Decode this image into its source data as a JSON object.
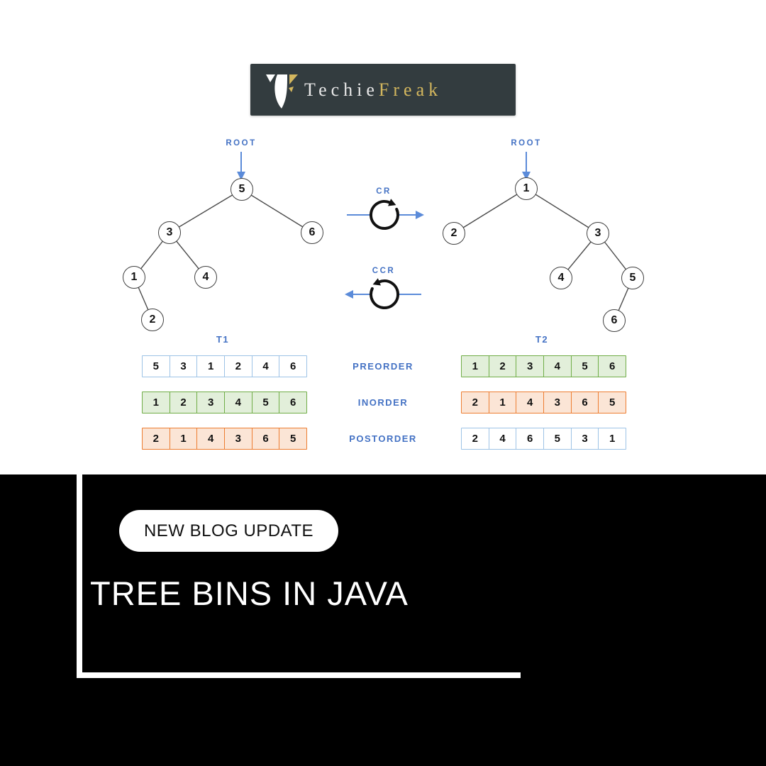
{
  "logo": {
    "brand_first": "Techie",
    "brand_second": "Freak"
  },
  "diagram": {
    "left_tree": {
      "root_label": "ROOT",
      "caption": "T1",
      "node_values": [
        "5",
        "3",
        "6",
        "1",
        "4",
        "2"
      ],
      "edges": [
        [
          "5",
          "3"
        ],
        [
          "5",
          "6"
        ],
        [
          "3",
          "1"
        ],
        [
          "3",
          "4"
        ],
        [
          "1",
          "2"
        ]
      ]
    },
    "right_tree": {
      "root_label": "ROOT",
      "caption": "T2",
      "node_values": [
        "1",
        "2",
        "3",
        "4",
        "5",
        "6"
      ],
      "edges": [
        [
          "1",
          "2"
        ],
        [
          "1",
          "3"
        ],
        [
          "3",
          "4"
        ],
        [
          "3",
          "5"
        ],
        [
          "5",
          "6"
        ]
      ]
    },
    "rotation": {
      "clockwise_label": "CR",
      "counterclockwise_label": "CCR"
    },
    "traversal_labels": [
      "PREORDER",
      "INORDER",
      "POSTORDER"
    ],
    "t1_rows": [
      {
        "kind": "preorder",
        "values": [
          "5",
          "3",
          "1",
          "2",
          "4",
          "6"
        ]
      },
      {
        "kind": "inorder",
        "values": [
          "1",
          "2",
          "3",
          "4",
          "5",
          "6"
        ]
      },
      {
        "kind": "postorder",
        "values": [
          "2",
          "1",
          "4",
          "3",
          "6",
          "5"
        ]
      }
    ],
    "t2_rows": [
      {
        "kind": "preorder",
        "values": [
          "1",
          "2",
          "3",
          "4",
          "5",
          "6"
        ]
      },
      {
        "kind": "inorder",
        "values": [
          "2",
          "1",
          "4",
          "3",
          "6",
          "5"
        ]
      },
      {
        "kind": "postorder",
        "values": [
          "2",
          "4",
          "6",
          "5",
          "3",
          "1"
        ]
      }
    ]
  },
  "banner": {
    "badge": "NEW BLOG UPDATE",
    "title": "TREE BINS IN JAVA"
  },
  "colors": {
    "accent_blue": "#4472C4",
    "arrow_blue": "#5B8BD9",
    "table_blue_border": "#9DC3E6",
    "table_green_border": "#70AD47",
    "table_green_fill": "#E2EFDA",
    "table_orange_border": "#ED7D31",
    "table_orange_fill": "#FBE5D6",
    "logo_bg": "#333C3F",
    "logo_gold": "#D4B75E"
  }
}
